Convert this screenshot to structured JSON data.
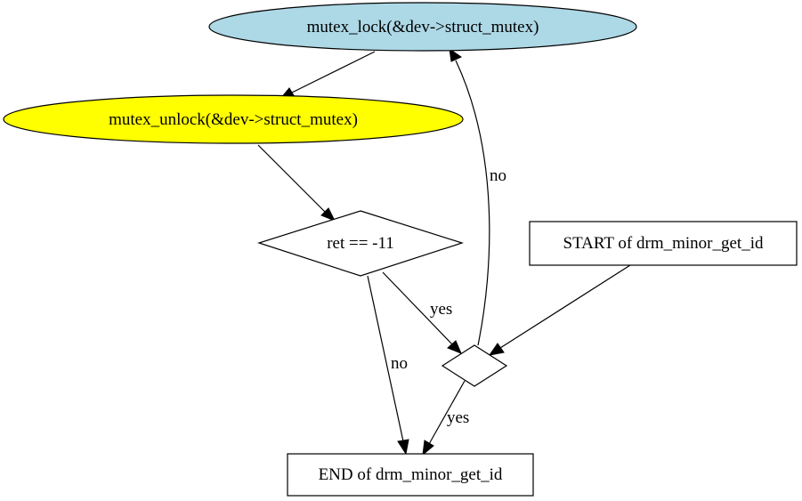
{
  "nodes": {
    "mutex_lock": {
      "label": "mutex_lock(&dev->struct_mutex)",
      "fill": "#add8e6"
    },
    "mutex_unlock": {
      "label": "mutex_unlock(&dev->struct_mutex)",
      "fill": "#ffff00"
    },
    "ret_check": {
      "label": "ret == -11"
    },
    "start": {
      "label": "START of drm_minor_get_id"
    },
    "loop_decision": {
      "label": ""
    },
    "end": {
      "label": "END of drm_minor_get_id"
    }
  },
  "edges": {
    "ret_to_end": {
      "label": "no"
    },
    "ret_to_loop": {
      "label": "yes"
    },
    "loop_to_lock": {
      "label": "no"
    },
    "loop_to_end": {
      "label": "yes"
    }
  }
}
